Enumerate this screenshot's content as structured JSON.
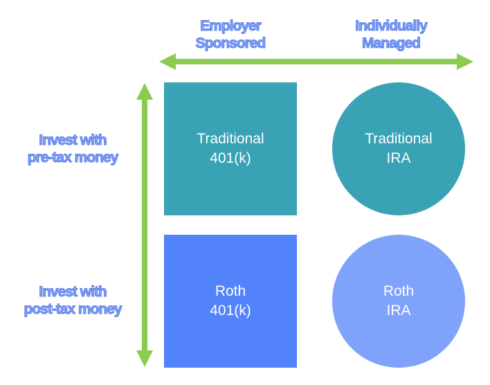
{
  "columns": [
    {
      "label": "Employer\nSponsored"
    },
    {
      "label": "Individually\nManaged"
    }
  ],
  "rows": [
    {
      "label": "Invest with\npre-tax money"
    },
    {
      "label": "Invest with\npost-tax money"
    }
  ],
  "cells": [
    {
      "label": "Traditional\n401(k)",
      "shape": "square",
      "color": "#39A2B5"
    },
    {
      "label": "Traditional\nIRA",
      "shape": "circle",
      "color": "#39A2B5"
    },
    {
      "label": "Roth\n401(k)",
      "shape": "square",
      "color": "#5283FB"
    },
    {
      "label": "Roth\nIRA",
      "shape": "circle",
      "color": "#7FA2FA"
    }
  ],
  "colors": {
    "arrow": "#8ACB50",
    "axis_label_fill": "#7FA2FA",
    "axis_label_outline": "#5A7CE6",
    "cell_text": "#FFFFFF"
  }
}
